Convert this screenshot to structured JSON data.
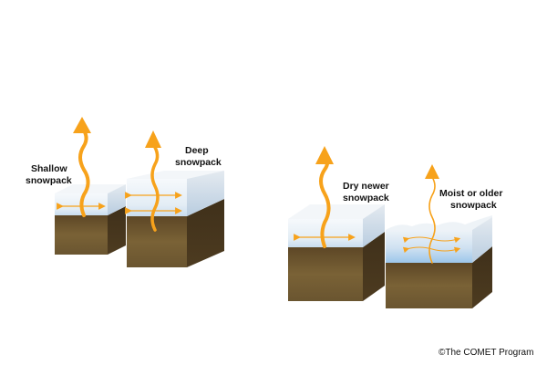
{
  "labels": {
    "shallow_line1": "Shallow",
    "shallow_line2": "snowpack",
    "deep_line1": "Deep",
    "deep_line2": "snowpack",
    "dry_line1": "Dry newer",
    "dry_line2": "snowpack",
    "moist_line1": "Moist or older",
    "moist_line2": "snowpack"
  },
  "credit": "©The COMET Program",
  "colors": {
    "arrow": "#f7a21b",
    "snow_top": "#f4f7fa",
    "snow_front": "#e6f0f7",
    "soil_front": "#6b5530",
    "soil_side": "#4b3a1e"
  }
}
